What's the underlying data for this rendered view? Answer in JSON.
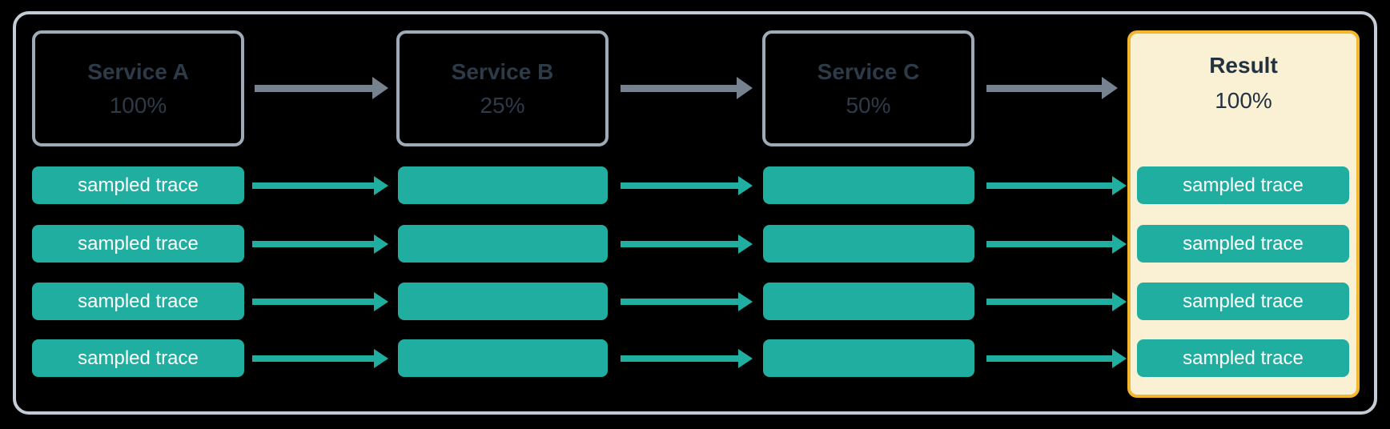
{
  "services": [
    {
      "name": "Service A",
      "rate": "100%"
    },
    {
      "name": "Service B",
      "rate": "25%"
    },
    {
      "name": "Service C",
      "rate": "50%"
    }
  ],
  "result": {
    "name": "Result",
    "rate": "100%"
  },
  "trace_label": "sampled trace",
  "rows": 4,
  "colors": {
    "background": "#000000",
    "frame_border": "#C3CCD7",
    "service_box_border": "#9DABB9",
    "service_text": "#2D3A48",
    "arrow_gray": "#76828F",
    "trace_teal": "#1FAEA0",
    "trace_text": "#FFFFFF",
    "result_background": "#FAF0D3",
    "result_border": "#F2B72F"
  }
}
